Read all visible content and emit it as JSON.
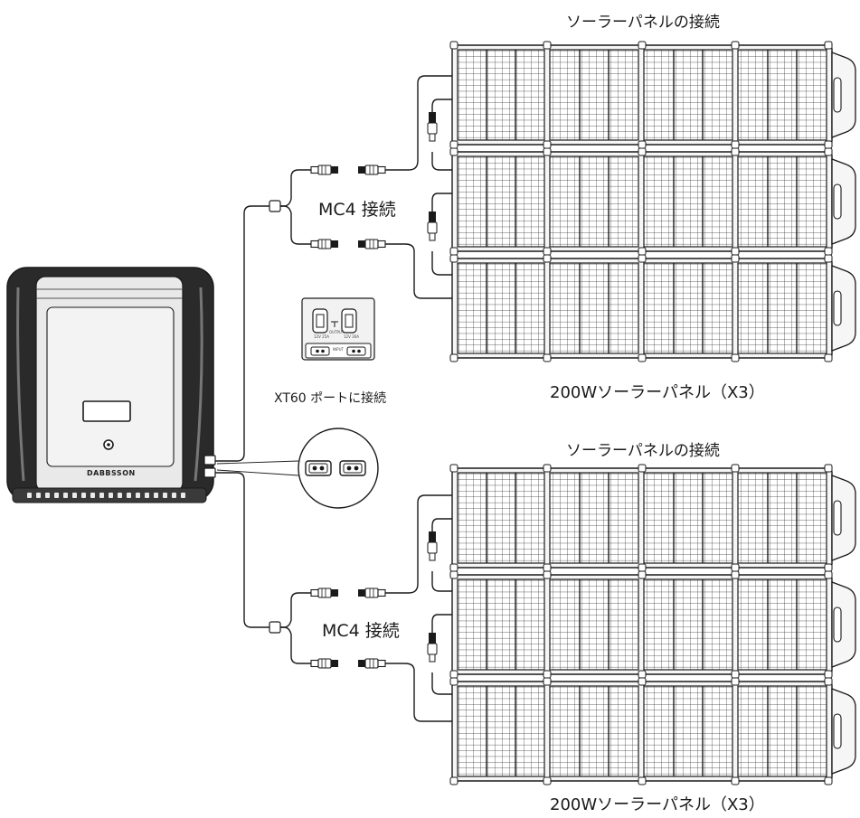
{
  "groups": [
    {
      "heading": "ソーラーパネルの接続",
      "connector_label": "MC4 接続",
      "caption": "200Wソーラーパネル（X3）"
    },
    {
      "heading": "ソーラーパネルの接続",
      "connector_label": "MC4 接続",
      "caption": "200Wソーラーパネル（X3）"
    }
  ],
  "station": {
    "brand": "DABBSSON"
  },
  "port_panel": {
    "label": "XT60 ポートに接続",
    "tiny_labels": [
      "12V 25A",
      "OUTPUT",
      "12V 30A",
      "INPUT"
    ]
  },
  "colors": {
    "line": "#1a1a1a",
    "panel_frame": "#f4f4f4",
    "panel_cell": "#ffffff",
    "station_body": "#2a2a2a",
    "station_face": "#e9e9e9"
  }
}
